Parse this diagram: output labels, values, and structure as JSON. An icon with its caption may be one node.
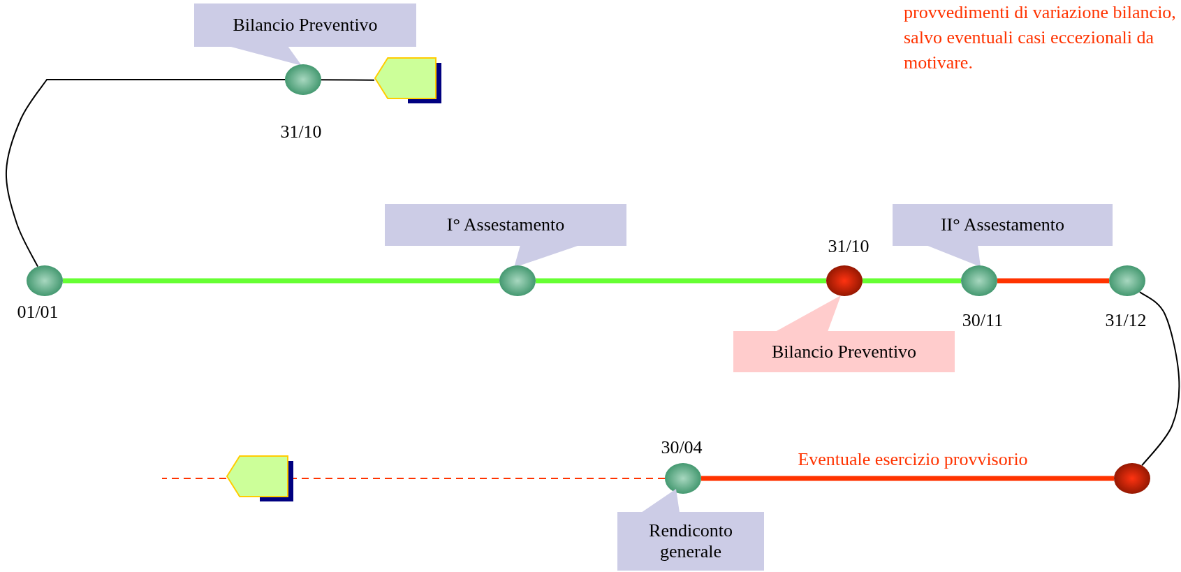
{
  "diagram": {
    "nodes": [
      {
        "text": [
          "Bilancio Preventivo"
        ]
      },
      {
        "text": [],
        "shape": "circle",
        "beside": [
          "31/10"
        ]
      },
      {
        "text": [],
        "shape": "pentagon"
      },
      {
        "text": [
          "I° Assestamento"
        ]
      },
      {
        "text": [],
        "shape": "circle",
        "beside": [
          "01/01"
        ]
      },
      {
        "text": [],
        "shape": "circle"
      },
      {
        "text": [],
        "shape": "circle",
        "beside": [
          "31/10"
        ]
      },
      {
        "text": [
          "II° Assestamento"
        ]
      },
      {
        "text": [],
        "shape": "circle",
        "beside": [
          "30/11"
        ]
      },
      {
        "text": [],
        "shape": "circle",
        "beside": [
          "31/12"
        ]
      },
      {
        "text": [
          "Bilancio Preventivo"
        ]
      },
      {
        "text": [],
        "shape": "pentagon"
      },
      {
        "text": [],
        "shape": "circle",
        "beside": [
          "30/04"
        ]
      },
      {
        "text": [],
        "shape": "circle"
      },
      {
        "text": [
          "Rendiconto generale"
        ]
      }
    ],
    "edges": [
      {
        "from": 4,
        "to": 1,
        "arrow": "none",
        "color": "#000000"
      },
      {
        "from": 1,
        "to": 2,
        "arrow": "none",
        "color": "#000000"
      },
      {
        "from": 4,
        "to": 5,
        "arrow": "none",
        "style": "thick",
        "color": "#66ff33"
      },
      {
        "from": 5,
        "to": 6,
        "arrow": "none",
        "style": "thick",
        "color": "#66ff33"
      },
      {
        "from": 6,
        "to": 8,
        "arrow": "none",
        "style": "thick",
        "color": "#66ff33"
      },
      {
        "from": 8,
        "to": 9,
        "arrow": "none",
        "style": "thick",
        "color": "#ff3300"
      },
      {
        "from": 9,
        "to": 13,
        "arrow": "none",
        "color": "#000000"
      },
      {
        "from": 13,
        "to": 12,
        "arrow": "none",
        "style": "thick",
        "color": "#ff3300",
        "label": "Eventuale esercizio provvisorio"
      },
      {
        "from": 12,
        "to": 11,
        "arrow": "none",
        "style": "dashed",
        "color": "#ff3300"
      },
      {
        "from": 11,
        "to": null,
        "arrow": "none",
        "style": "dashed",
        "color": "#ff3300"
      }
    ],
    "labels": [
      "provvedimenti di variazione bilancio, salvo eventuali casi eccezionali da motivare."
    ]
  }
}
